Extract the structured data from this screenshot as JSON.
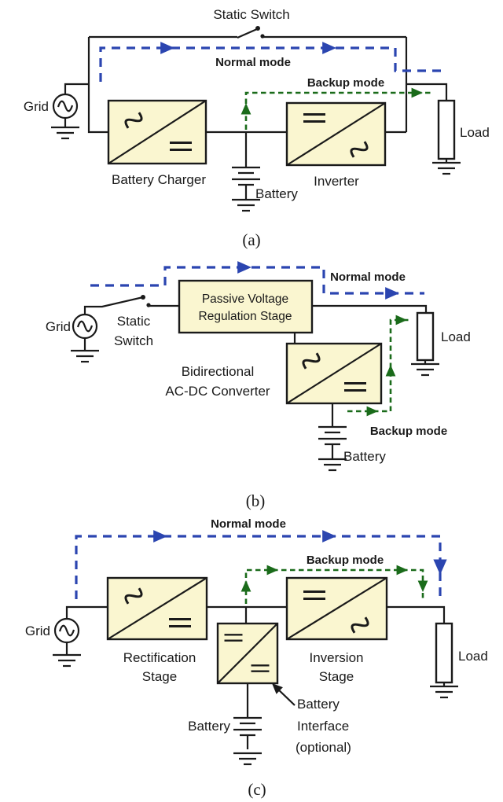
{
  "title": "UPS topology diagrams",
  "colors": {
    "normal_mode_blue": "#2b45b0",
    "backup_mode_green": "#1a6b1a",
    "converter_fill_yellow": "#faf6d0",
    "wire_black": "#1a1a1a",
    "background": "#ffffff"
  },
  "panel_a": {
    "static_switch": "Static Switch",
    "normal_mode": "Normal mode",
    "backup_mode": "Backup mode",
    "grid": "Grid",
    "battery_charger": "Battery Charger",
    "inverter": "Inverter",
    "battery": "Battery",
    "load": "Load",
    "caption": "(a)"
  },
  "panel_b": {
    "grid": "Grid",
    "static_switch_line1": "Static",
    "static_switch_line2": "Switch",
    "pvrs_line1": "Passive Voltage",
    "pvrs_line2": "Regulation Stage",
    "normal_mode": "Normal mode",
    "converter_line1": "Bidirectional",
    "converter_line2": "AC-DC Converter",
    "backup_mode": "Backup mode",
    "battery": "Battery",
    "load": "Load",
    "caption": "(b)"
  },
  "panel_c": {
    "normal_mode": "Normal mode",
    "backup_mode": "Backup mode",
    "grid": "Grid",
    "rectification_line1": "Rectification",
    "rectification_line2": "Stage",
    "inversion_line1": "Inversion",
    "inversion_line2": "Stage",
    "battery": "Battery",
    "battery_interface_line1": "Battery",
    "battery_interface_line2": "Interface",
    "battery_interface_line3": "(optional)",
    "load": "Load",
    "caption": "(c)"
  }
}
